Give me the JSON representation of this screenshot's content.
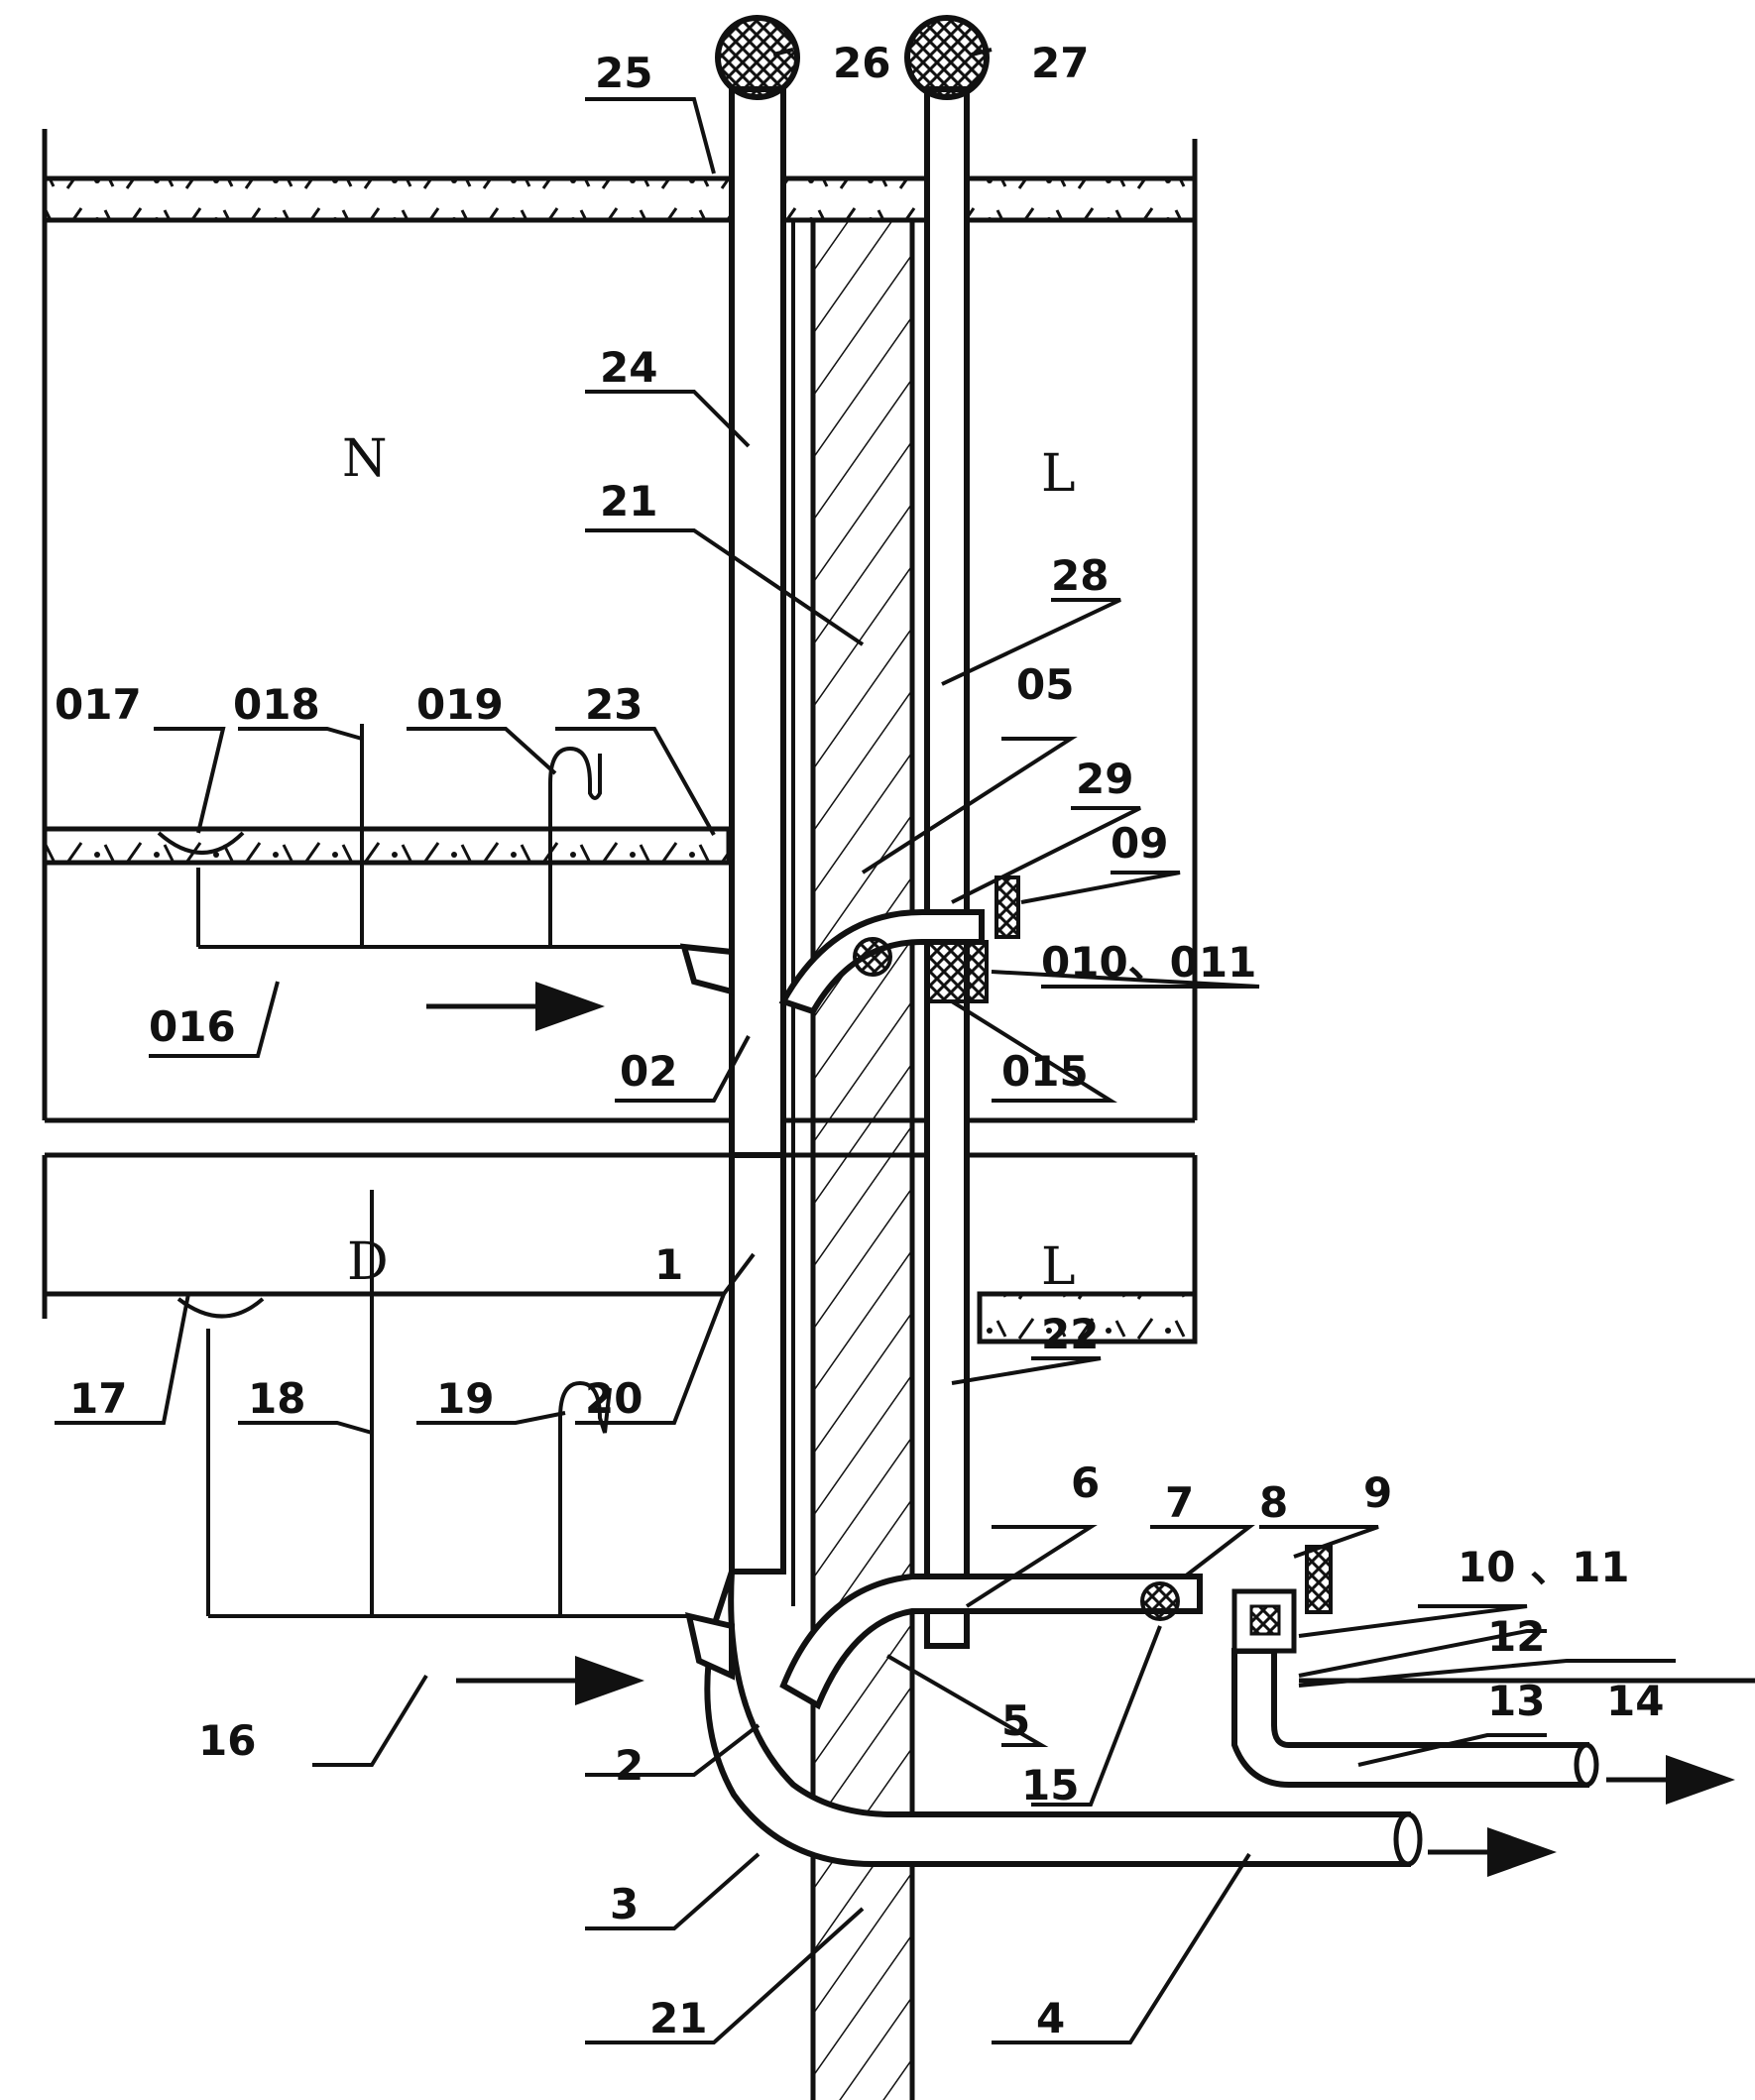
{
  "rooms": {
    "upper_left": "N",
    "upper_right": "L",
    "lower_left": "D",
    "lower_right": "L"
  },
  "labels": {
    "l25": "25",
    "l26": "26",
    "l27": "27",
    "l24": "24",
    "l21a": "21",
    "l28": "28",
    "l05": "05",
    "l29": "29",
    "l09": "09",
    "l010_011": "010、011",
    "l015": "015",
    "l02": "02",
    "l016": "016",
    "l017": "017",
    "l018": "018",
    "l019": "019",
    "l23": "23",
    "l1": "1",
    "l22": "22",
    "l17": "17",
    "l18": "18",
    "l19": "19",
    "l20": "20",
    "l16": "16",
    "l2": "2",
    "l3": "3",
    "l21b": "21",
    "l4": "4",
    "l5": "5",
    "l6": "6",
    "l7": "7",
    "l8": "8",
    "l9": "9",
    "l10_11": "10 、11",
    "l12": "12",
    "l13": "13",
    "l14": "14",
    "l15": "15"
  }
}
